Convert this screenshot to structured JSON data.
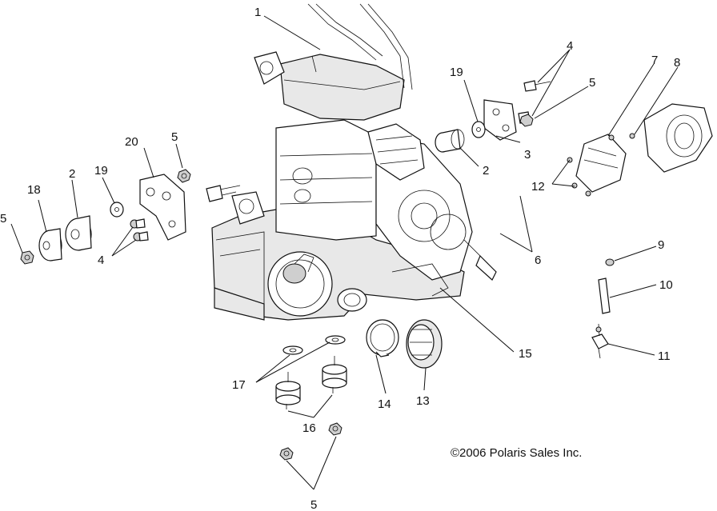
{
  "diagram": {
    "callouts": [
      {
        "id": "c1",
        "label": "1"
      },
      {
        "id": "c4a",
        "label": "4"
      },
      {
        "id": "c5a",
        "label": "5"
      },
      {
        "id": "c7",
        "label": "7"
      },
      {
        "id": "c8",
        "label": "8"
      },
      {
        "id": "c19a",
        "label": "19"
      },
      {
        "id": "c3",
        "label": "3"
      },
      {
        "id": "c2a",
        "label": "2"
      },
      {
        "id": "c12",
        "label": "12"
      },
      {
        "id": "c20",
        "label": "20"
      },
      {
        "id": "c5b",
        "label": "5"
      },
      {
        "id": "c18",
        "label": "18"
      },
      {
        "id": "c2b",
        "label": "2"
      },
      {
        "id": "c19b",
        "label": "19"
      },
      {
        "id": "c5c",
        "label": "5"
      },
      {
        "id": "c4b",
        "label": "4"
      },
      {
        "id": "c6",
        "label": "6"
      },
      {
        "id": "c9",
        "label": "9"
      },
      {
        "id": "c10",
        "label": "10"
      },
      {
        "id": "c11",
        "label": "11"
      },
      {
        "id": "c15",
        "label": "15"
      },
      {
        "id": "c17",
        "label": "17"
      },
      {
        "id": "c14",
        "label": "14"
      },
      {
        "id": "c13",
        "label": "13"
      },
      {
        "id": "c16",
        "label": "16"
      },
      {
        "id": "c5d",
        "label": "5"
      }
    ],
    "copyright": "©2006 Polaris Sales Inc."
  }
}
